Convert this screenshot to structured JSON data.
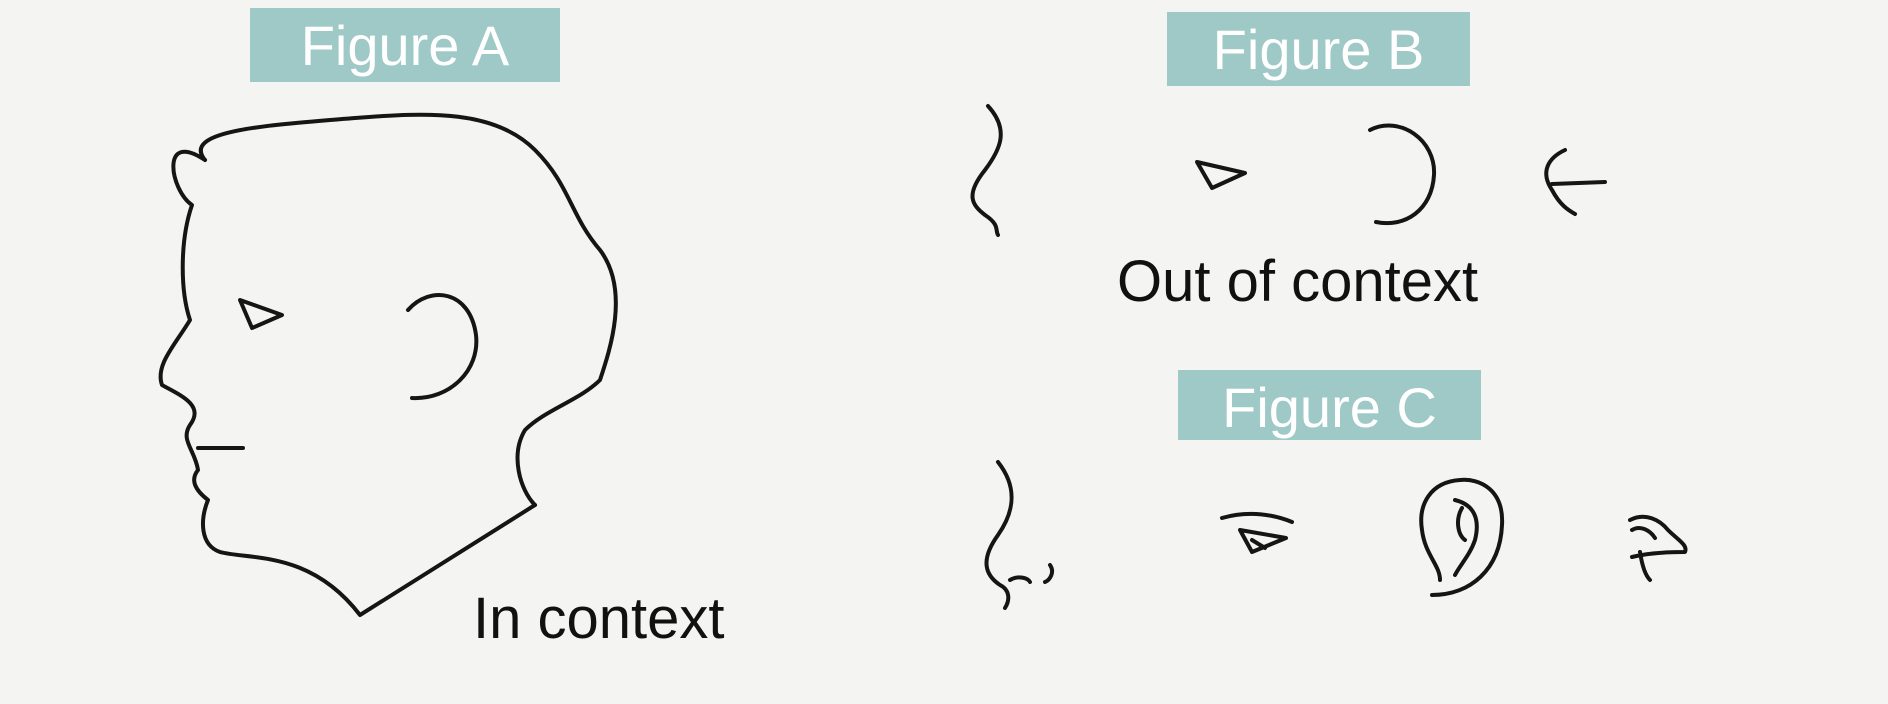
{
  "figure_a": {
    "label": "Figure A",
    "caption": "In context"
  },
  "figure_b": {
    "label": "Figure B",
    "caption": "Out of context"
  },
  "figure_c": {
    "label": "Figure C"
  },
  "colors": {
    "label_background": "#9ec9c7",
    "label_text": "#ffffff",
    "ink": "#151515",
    "paper": "#f4f4f2"
  }
}
